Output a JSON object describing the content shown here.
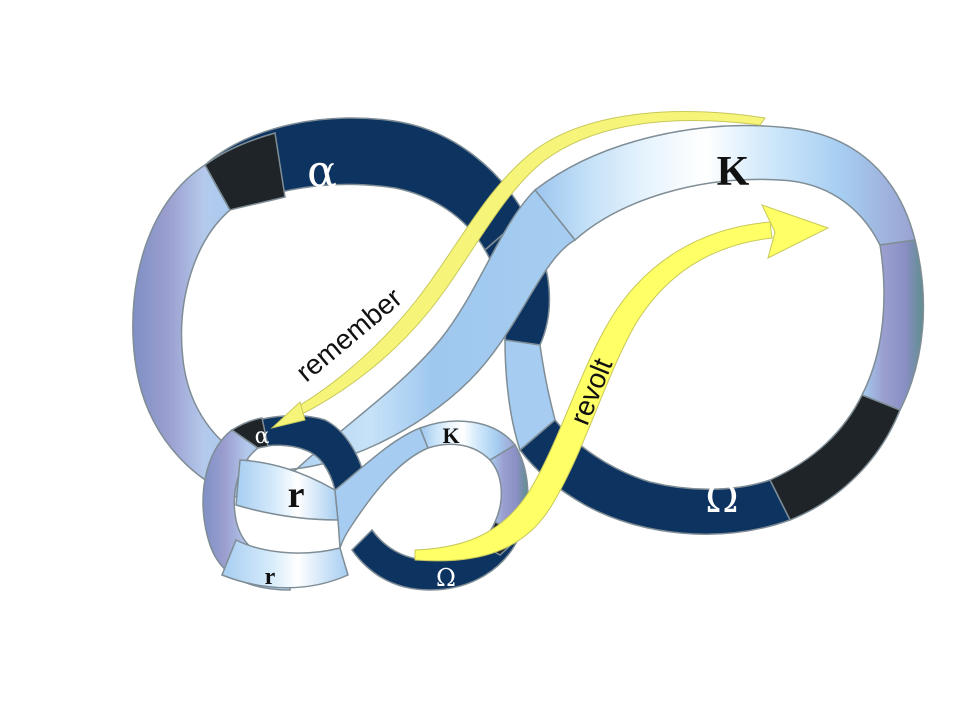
{
  "colors": {
    "background": "#ffffff",
    "dark_navy": "#0d3360",
    "black_band": "#1e2428",
    "light_blue": "#a6cdf1",
    "pale_blue": "#d8ecfb",
    "lavender": "#9b9fcf",
    "teal": "#5f8d8e",
    "yellow_arrow": "#f6f57a",
    "yellow_fill": "#ffff66",
    "outline": "#7f8d96"
  },
  "large_loop": {
    "labels": {
      "alpha": "α",
      "k": "K",
      "omega": "Ω"
    }
  },
  "small_loop": {
    "labels": {
      "alpha": "α",
      "k": "K",
      "r_top": "r",
      "r_bottom": "r",
      "omega": "Ω"
    }
  },
  "arrows": {
    "remember": "remember",
    "revolt": "revolt"
  }
}
